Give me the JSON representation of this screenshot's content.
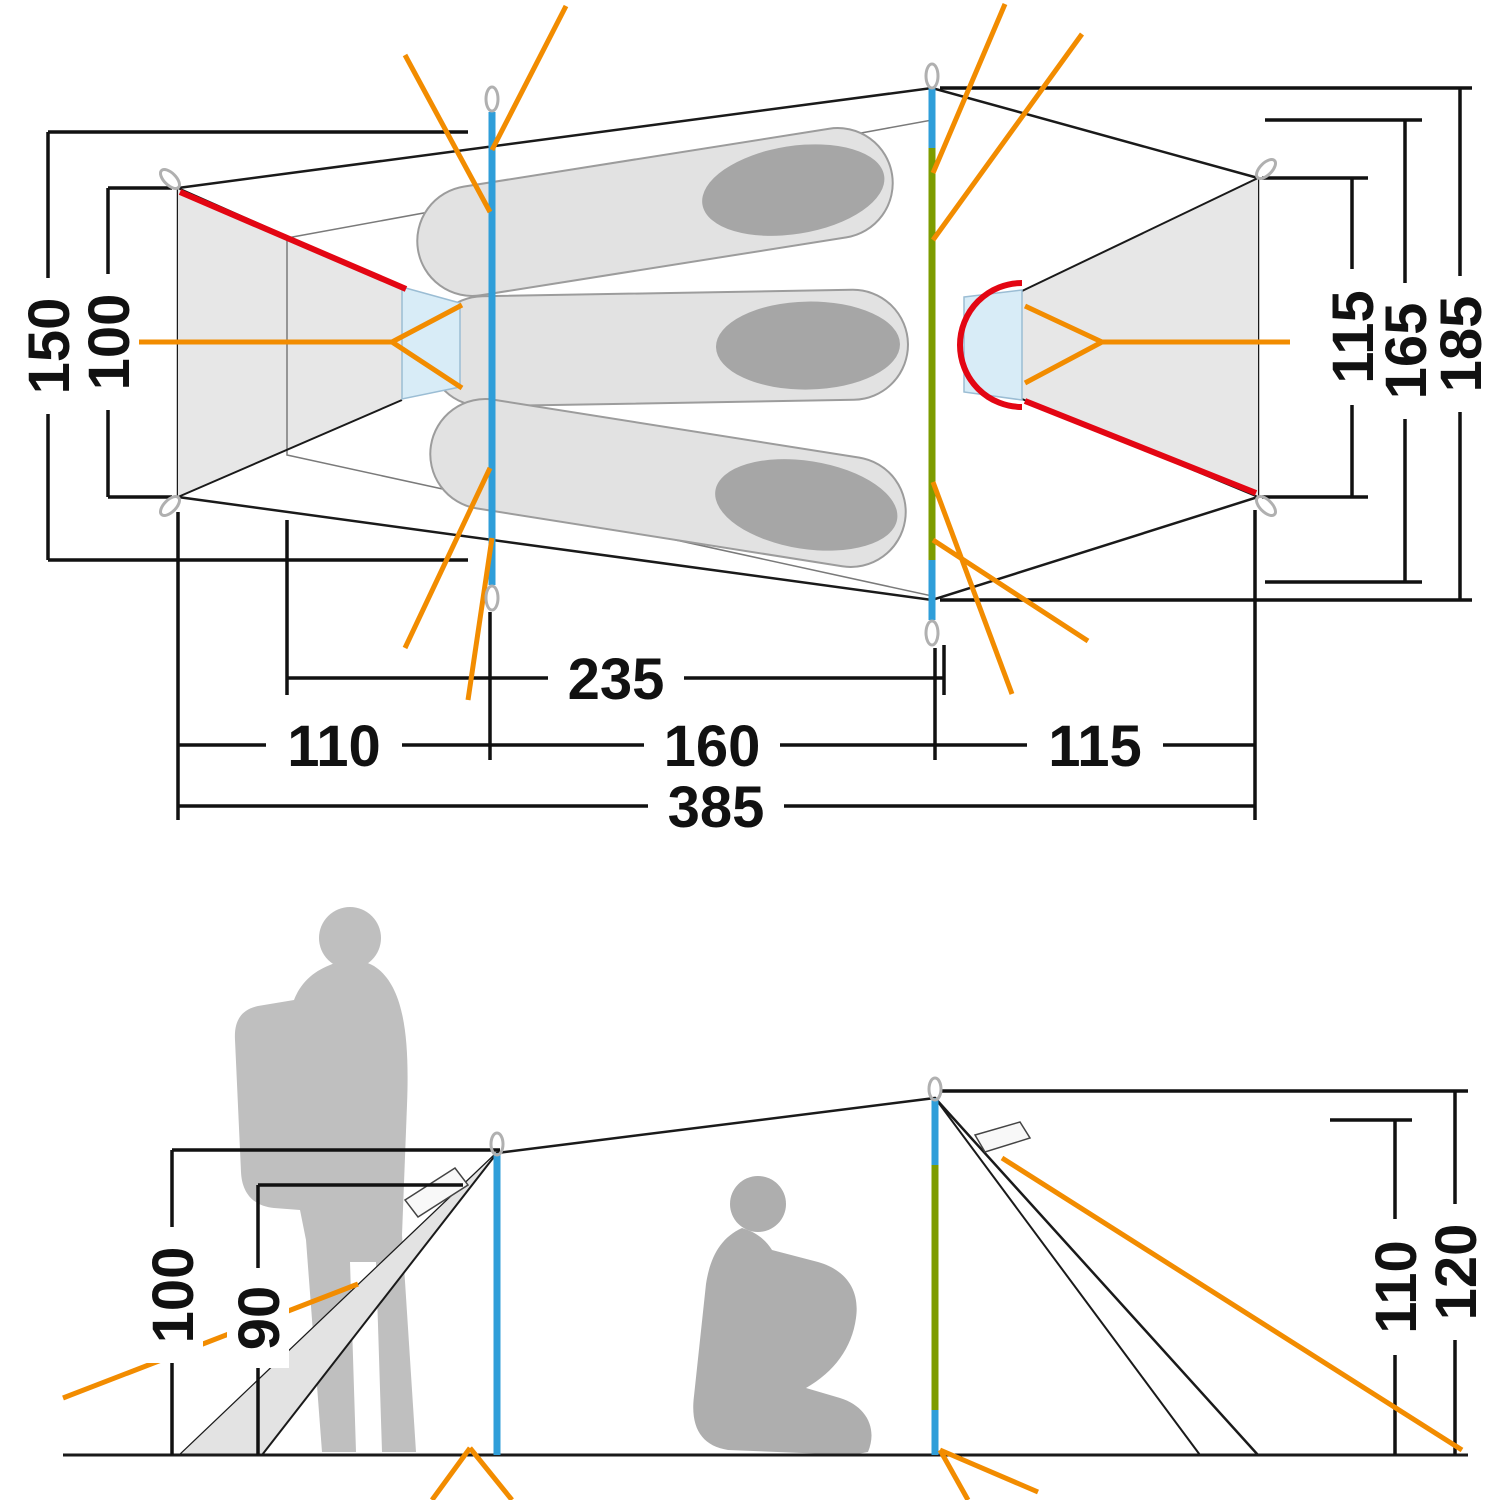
{
  "colors": {
    "outline": "#1a1a1a",
    "pole_blue": "#2f9ed9",
    "pole_green": "#7d9c00",
    "guyline_orange": "#f28c00",
    "zipper_red": "#e30613",
    "door_blue": "#d8ecf7",
    "fly_fill": "#f4f4f4",
    "inner_fill": "#ececec",
    "vestibule_fill": "#e7e7e7",
    "pad_fill": "#e2e2e2",
    "pillow_fill": "#a6a6a6",
    "person_fill": "#bfbfbf",
    "person_inner_fill": "#a0a0a0"
  },
  "top_view": {
    "width_fly_left": "150",
    "width_inner_left": "100",
    "width_right_inner": "115",
    "width_right_mid": "165",
    "width_right_fly": "185",
    "length_inner": "235",
    "length_vestibule_left": "110",
    "length_mid": "160",
    "length_vestibule_right": "115",
    "length_total": "385"
  },
  "side_view": {
    "height_left_fly": "100",
    "height_left_inner": "90",
    "height_right_inner": "110",
    "height_right_fly": "120"
  }
}
